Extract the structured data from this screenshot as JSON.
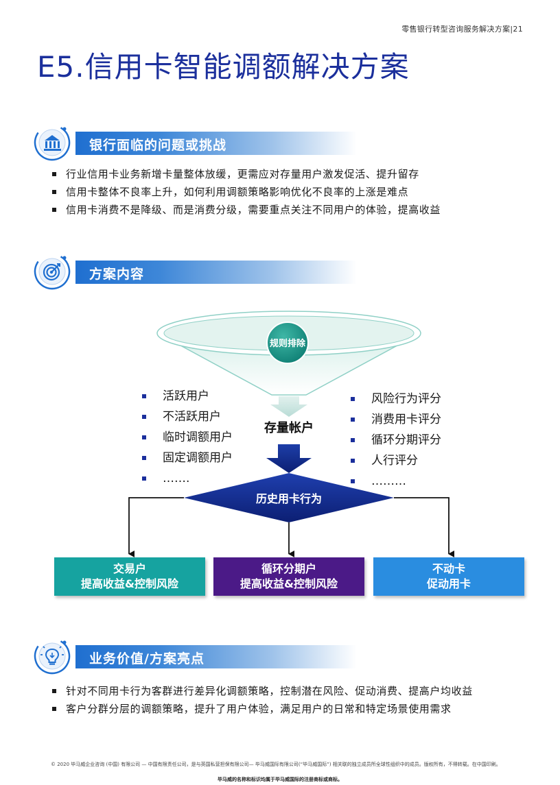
{
  "header": {
    "running_title": "零售银行转型咨询服务解决方案|21"
  },
  "title": "E5.信用卡智能调额解决方案",
  "sections": {
    "challenges": {
      "label": "银行面临的问题或挑战",
      "icon": "bank-icon",
      "bullets": [
        "行业信用卡业务新增卡量整体放缓，更需应对存量用户激发促活、提升留存",
        "信用卡整体不良率上升，如何利用调额策略影响优化不良率的上涨是难点",
        "信用卡消费不是降级、而是消费分级，需要重点关注不同用户的体验，提高收益"
      ]
    },
    "solution": {
      "label": "方案内容",
      "icon": "target-icon"
    },
    "value": {
      "label": "业务价值/方案亮点",
      "icon": "lightbulb-icon",
      "bullets": [
        "针对不同用卡行为客群进行差异化调额策略，控制潜在风险、促动消费、提高户均收益",
        "客户分群分层的调额策略，提升了用户体验，满足用户的日常和特定场景使用需求"
      ]
    }
  },
  "diagram": {
    "funnel_label": "规则排除",
    "stock_label": "存量帐户",
    "diamond_label": "历史用卡行为",
    "left_list": [
      "活跃用户",
      "不活跃用户",
      "临时调额用户",
      "固定调额用户",
      "……."
    ],
    "right_list": [
      "风险行为评分",
      "消费用卡评分",
      "循环分期评分",
      "人行评分",
      "………"
    ],
    "outcomes": [
      {
        "line1": "交易户",
        "line2": "提高收益&控制风险",
        "color": "#16a3a0"
      },
      {
        "line1": "循环分期户",
        "line2": "提高收益&控制风险",
        "color": "#4b1a87"
      },
      {
        "line1": "不动卡",
        "line2": "促动用卡",
        "color": "#2a8de0"
      }
    ]
  },
  "footer": {
    "legal": "© 2020 毕马威企业咨询 (中国) 有限公司 — 中国有限责任公司，是与英国私营担保有限公司— 毕马威国际有限公司(“毕马威国际”) 相关联的独立成员所全球性组织中的成员。版权所有，不得转载。在中国印刷。",
    "trademark": "毕马威的名称和标识均属于毕马威国际的注册商标或商标。"
  },
  "colors": {
    "title": "#1b2f9c",
    "accent_blue": "#1f6fd0",
    "navy": "#0f2a86"
  }
}
